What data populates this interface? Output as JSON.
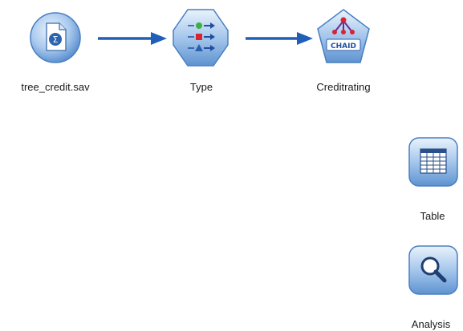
{
  "stream_canvas": {
    "nodes": [
      {
        "id": "source",
        "label": "tree_credit.sav",
        "icon": "statistics-file-source-icon"
      },
      {
        "id": "type",
        "label": "Type",
        "icon": "type-node-icon"
      },
      {
        "id": "chaid",
        "label": "Creditrating",
        "icon": "chaid-model-icon",
        "badge": "CHAID"
      },
      {
        "id": "table",
        "label": "Table",
        "icon": "table-output-icon"
      },
      {
        "id": "analysis",
        "label": "Analysis",
        "icon": "analysis-output-icon"
      }
    ]
  },
  "colors": {
    "node_blue": "#6fa8dc",
    "node_blue_dark": "#2f6fb3",
    "arrow": "#1f5fb8",
    "source_circle": "#8fb8e6"
  }
}
